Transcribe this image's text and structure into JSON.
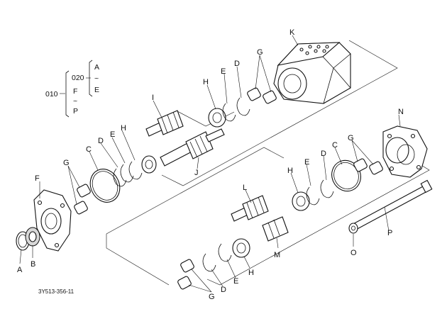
{
  "labels": {
    "A": "A",
    "B": "B",
    "C": "C",
    "D": "D",
    "E": "E",
    "F": "F",
    "G": "G",
    "H": "H",
    "I": "I",
    "J": "J",
    "K": "K",
    "L": "L",
    "M": "M",
    "N": "N",
    "O": "O",
    "P": "P"
  },
  "code_block": {
    "outer_code": "010",
    "inner_code": "020",
    "outer_f": "F",
    "outer_tilde": "~",
    "outer_p": "P",
    "inner_a": "A",
    "inner_tilde": "~",
    "inner_e": "E"
  },
  "figure_number": "3Y513-356-11",
  "icons": [
    "pump-housing-k",
    "cover-n",
    "cover-f",
    "drive-shaft-j",
    "gear-i",
    "gear-l",
    "shaft-m",
    "bolt-p",
    "washer-o"
  ]
}
